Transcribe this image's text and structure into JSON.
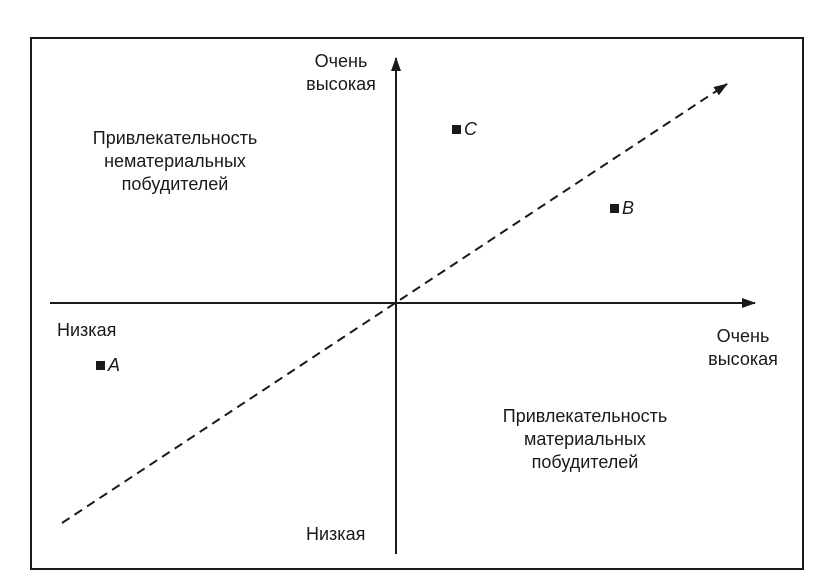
{
  "y_axis": {
    "top_label": "Очень\nвысокая",
    "bottom_label": "Низкая"
  },
  "x_axis": {
    "left_label": "Низкая",
    "right_label": "Очень\nвысокая"
  },
  "quadrants": {
    "top_left": "Привлекательность\nнематериальных\nпобудителей",
    "bottom_right": "Привлекательность\nматериальных\nпобудителей"
  },
  "points": [
    {
      "label": "A"
    },
    {
      "label": "B"
    },
    {
      "label": "C"
    }
  ],
  "colors": {
    "ink": "#1a1a1a",
    "background": "#ffffff"
  }
}
